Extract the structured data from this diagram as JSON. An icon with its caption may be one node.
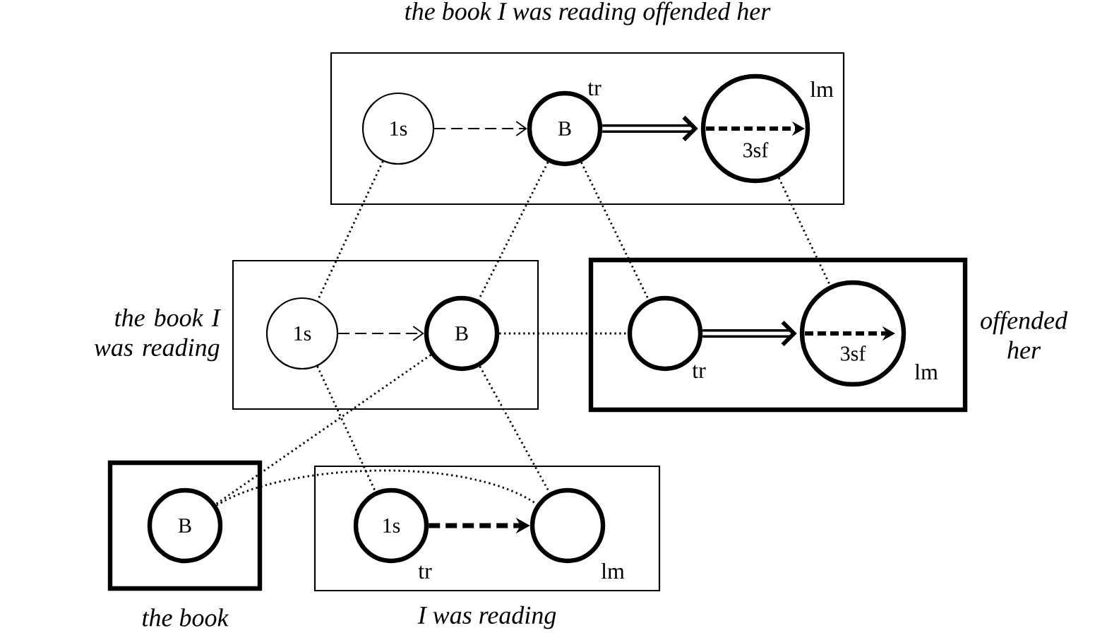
{
  "diagram": {
    "nodes": [
      {
        "text": [
          "the book I was reading offended her"
        ]
      },
      {
        "text": [
          "1s"
        ],
        "in": 0
      },
      {
        "text": [
          "B"
        ],
        "in": 0,
        "beside": [
          "tr"
        ]
      },
      {
        "text": [
          "3sf"
        ],
        "in": 0,
        "beside": [
          "lm"
        ]
      },
      {
        "text": [
          "the book I was reading"
        ]
      },
      {
        "text": [
          "1s"
        ],
        "in": 4
      },
      {
        "text": [
          "B"
        ],
        "in": 4
      },
      {
        "text": [
          "offended her"
        ]
      },
      {
        "text": [],
        "shape": "circle",
        "in": 7,
        "beside": [
          "tr"
        ]
      },
      {
        "text": [
          "3sf"
        ],
        "in": 7,
        "beside": [
          "lm"
        ]
      },
      {
        "text": [
          "the book"
        ]
      },
      {
        "text": [
          "B"
        ],
        "in": 10
      },
      {
        "text": [
          "I was reading"
        ]
      },
      {
        "text": [
          "1s"
        ],
        "in": 12,
        "beside": [
          "tr"
        ]
      },
      {
        "text": [],
        "shape": "circle",
        "in": 12,
        "beside": [
          "lm"
        ]
      }
    ],
    "edges": [
      {
        "from": 1,
        "to": 2,
        "arrow": "to",
        "style": "dashed"
      },
      {
        "from": 2,
        "to": 3,
        "arrow": "to",
        "style": "thick"
      },
      {
        "from": 5,
        "to": 6,
        "arrow": "to",
        "style": "dashed"
      },
      {
        "from": 8,
        "to": 9,
        "arrow": "to",
        "style": "thick"
      },
      {
        "from": 13,
        "to": 14,
        "arrow": "to",
        "style": "dashed"
      },
      {
        "from": 1,
        "to": 5,
        "arrow": "none",
        "style": "dashed"
      },
      {
        "from": 2,
        "to": 6,
        "arrow": "none",
        "style": "dashed"
      },
      {
        "from": 2,
        "to": 8,
        "arrow": "none",
        "style": "dashed"
      },
      {
        "from": 3,
        "to": 9,
        "arrow": "none",
        "style": "dashed"
      },
      {
        "from": 6,
        "to": 8,
        "arrow": "none",
        "style": "dashed"
      },
      {
        "from": 5,
        "to": 13,
        "arrow": "none",
        "style": "dashed"
      },
      {
        "from": 6,
        "to": 14,
        "arrow": "none",
        "style": "dashed"
      },
      {
        "from": 6,
        "to": 11,
        "arrow": "none",
        "style": "dashed"
      },
      {
        "from": 11,
        "to": 14,
        "arrow": "none",
        "style": "dashed"
      }
    ]
  }
}
